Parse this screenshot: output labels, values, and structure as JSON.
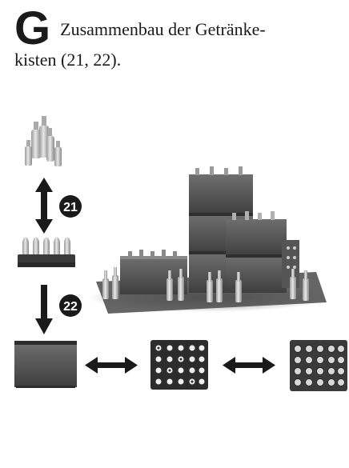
{
  "heading": {
    "letter": "G",
    "line1": "Zusammenbau  der Getränke-",
    "line2": "kisten (21, 22)."
  },
  "figure": {
    "step_a": "21",
    "step_b": "22",
    "icons": [
      "bottles-icon",
      "bottle-carrier-icon",
      "crate-icon",
      "crate-top-view-icon",
      "crate-filled-top-view-icon"
    ]
  }
}
